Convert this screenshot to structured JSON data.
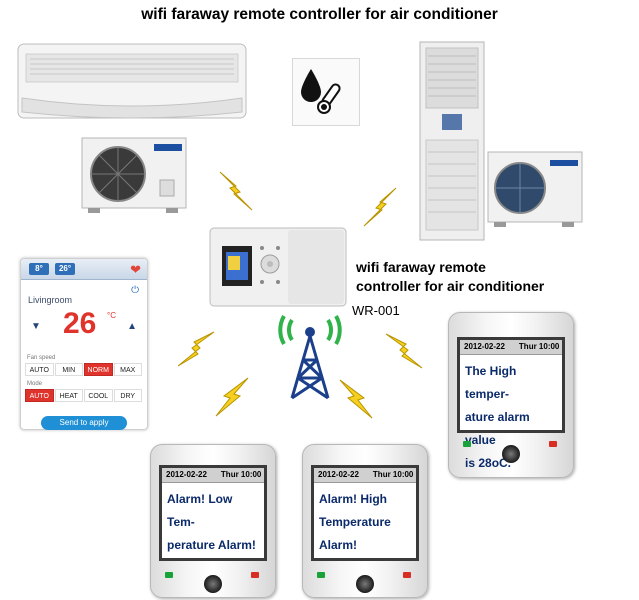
{
  "title": "wifi faraway remote controller for air conditioner",
  "controller_caption": {
    "line1": "wifi faraway remote",
    "line2": "controller for air conditioner"
  },
  "model": "WR-001",
  "app": {
    "chip1": "8°",
    "chip2": "26°",
    "room": "Livingroom",
    "temperature": "26",
    "unit": "°C",
    "fan_label": "Fan speed",
    "fan_options": [
      "AUTO",
      "MIN",
      "NORM",
      "MAX"
    ],
    "fan_selected": "NORM",
    "mode_label": "Mode",
    "mode_options": [
      "AUTO",
      "HEAT",
      "COOL",
      "DRY"
    ],
    "mode_selected": "AUTO",
    "send_button": "Send to apply"
  },
  "phones": [
    {
      "date": "2012-02-22",
      "day_time": "Thur 10:00",
      "lines": [
        "The High temper-",
        "ature alarm value",
        "is 28oC."
      ]
    },
    {
      "date": "2012-02-22",
      "day_time": "Thur 10:00",
      "lines": [
        "Alarm! Low Tem-",
        "perature Alarm!"
      ]
    },
    {
      "date": "2012-02-22",
      "day_time": "Thur 10:00",
      "lines": [
        "Alarm! High",
        "Temperature",
        "Alarm!"
      ]
    }
  ],
  "colors": {
    "alarm_text": "#0b2a6a",
    "bolt_yellow": "#f5d020",
    "temp_red": "#e0332b",
    "antenna_blue": "#1c3f8c",
    "signal_green": "#2fb34a"
  }
}
